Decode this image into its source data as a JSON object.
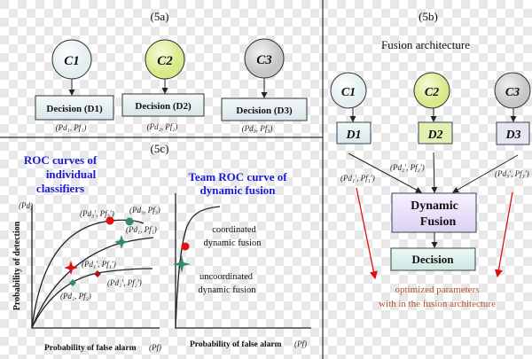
{
  "panel_a": {
    "title": "(5a)",
    "classifiers": [
      {
        "label": "C1",
        "color": "#eef5f6"
      },
      {
        "label": "C2",
        "color": "#e4f0a8"
      },
      {
        "label": "C3",
        "color": "#d4d6d8"
      }
    ],
    "decisions": [
      "Decision (D1)",
      "Decision (D2)",
      "Decision (D3)"
    ],
    "params": [
      "(Pd₁, Pf₁)",
      "(Pd₂, Pf₂)",
      "(Pd₃, Pf₃)"
    ]
  },
  "panel_b": {
    "title": "(5b)",
    "subtitle": "Fusion architecture",
    "classifiers": [
      "C1",
      "C2",
      "C3"
    ],
    "decisions": [
      "D1",
      "D2",
      "D3"
    ],
    "params": [
      "(Pd₁′, Pf₁′)",
      "(Pd₂′, Pf₂′)",
      "(Pd₃′, Pf₃′)"
    ],
    "fusion_line1": "Dynamic",
    "fusion_line2": "Fusion",
    "decision": "Decision",
    "note_line1": "optimized parameters",
    "note_line2": "with in the fusion architecture"
  },
  "panel_c": {
    "title": "(5c)",
    "left_title": [
      "ROC curves of",
      "individual",
      "classifiers"
    ],
    "right_title": [
      "Team ROC curve of",
      "dynamic fusion"
    ],
    "y_unit": "(Pd)",
    "y_label": "Probability of detection",
    "x_label": "Probability of false alarm",
    "x_unit": "(Pf)",
    "point_labels": [
      "(Pd₃′, Pf₃′)",
      "(Pd₃, Pf₃)",
      "(Pd₁, Pf₁)",
      "(Pd₁′, Pf₁′)",
      "(Pd₂′, Pf₂′)",
      "(Pd₂, Pf₂)"
    ],
    "coordinated": [
      "coordinated",
      "dynamic fusion"
    ],
    "uncoordinated": [
      "uncoordinated",
      "dynamic fusion"
    ]
  },
  "colors": {
    "red": "#e01010",
    "green": "#2e8b6e",
    "blue": "#1a1ad6",
    "note": "#b0502a"
  }
}
